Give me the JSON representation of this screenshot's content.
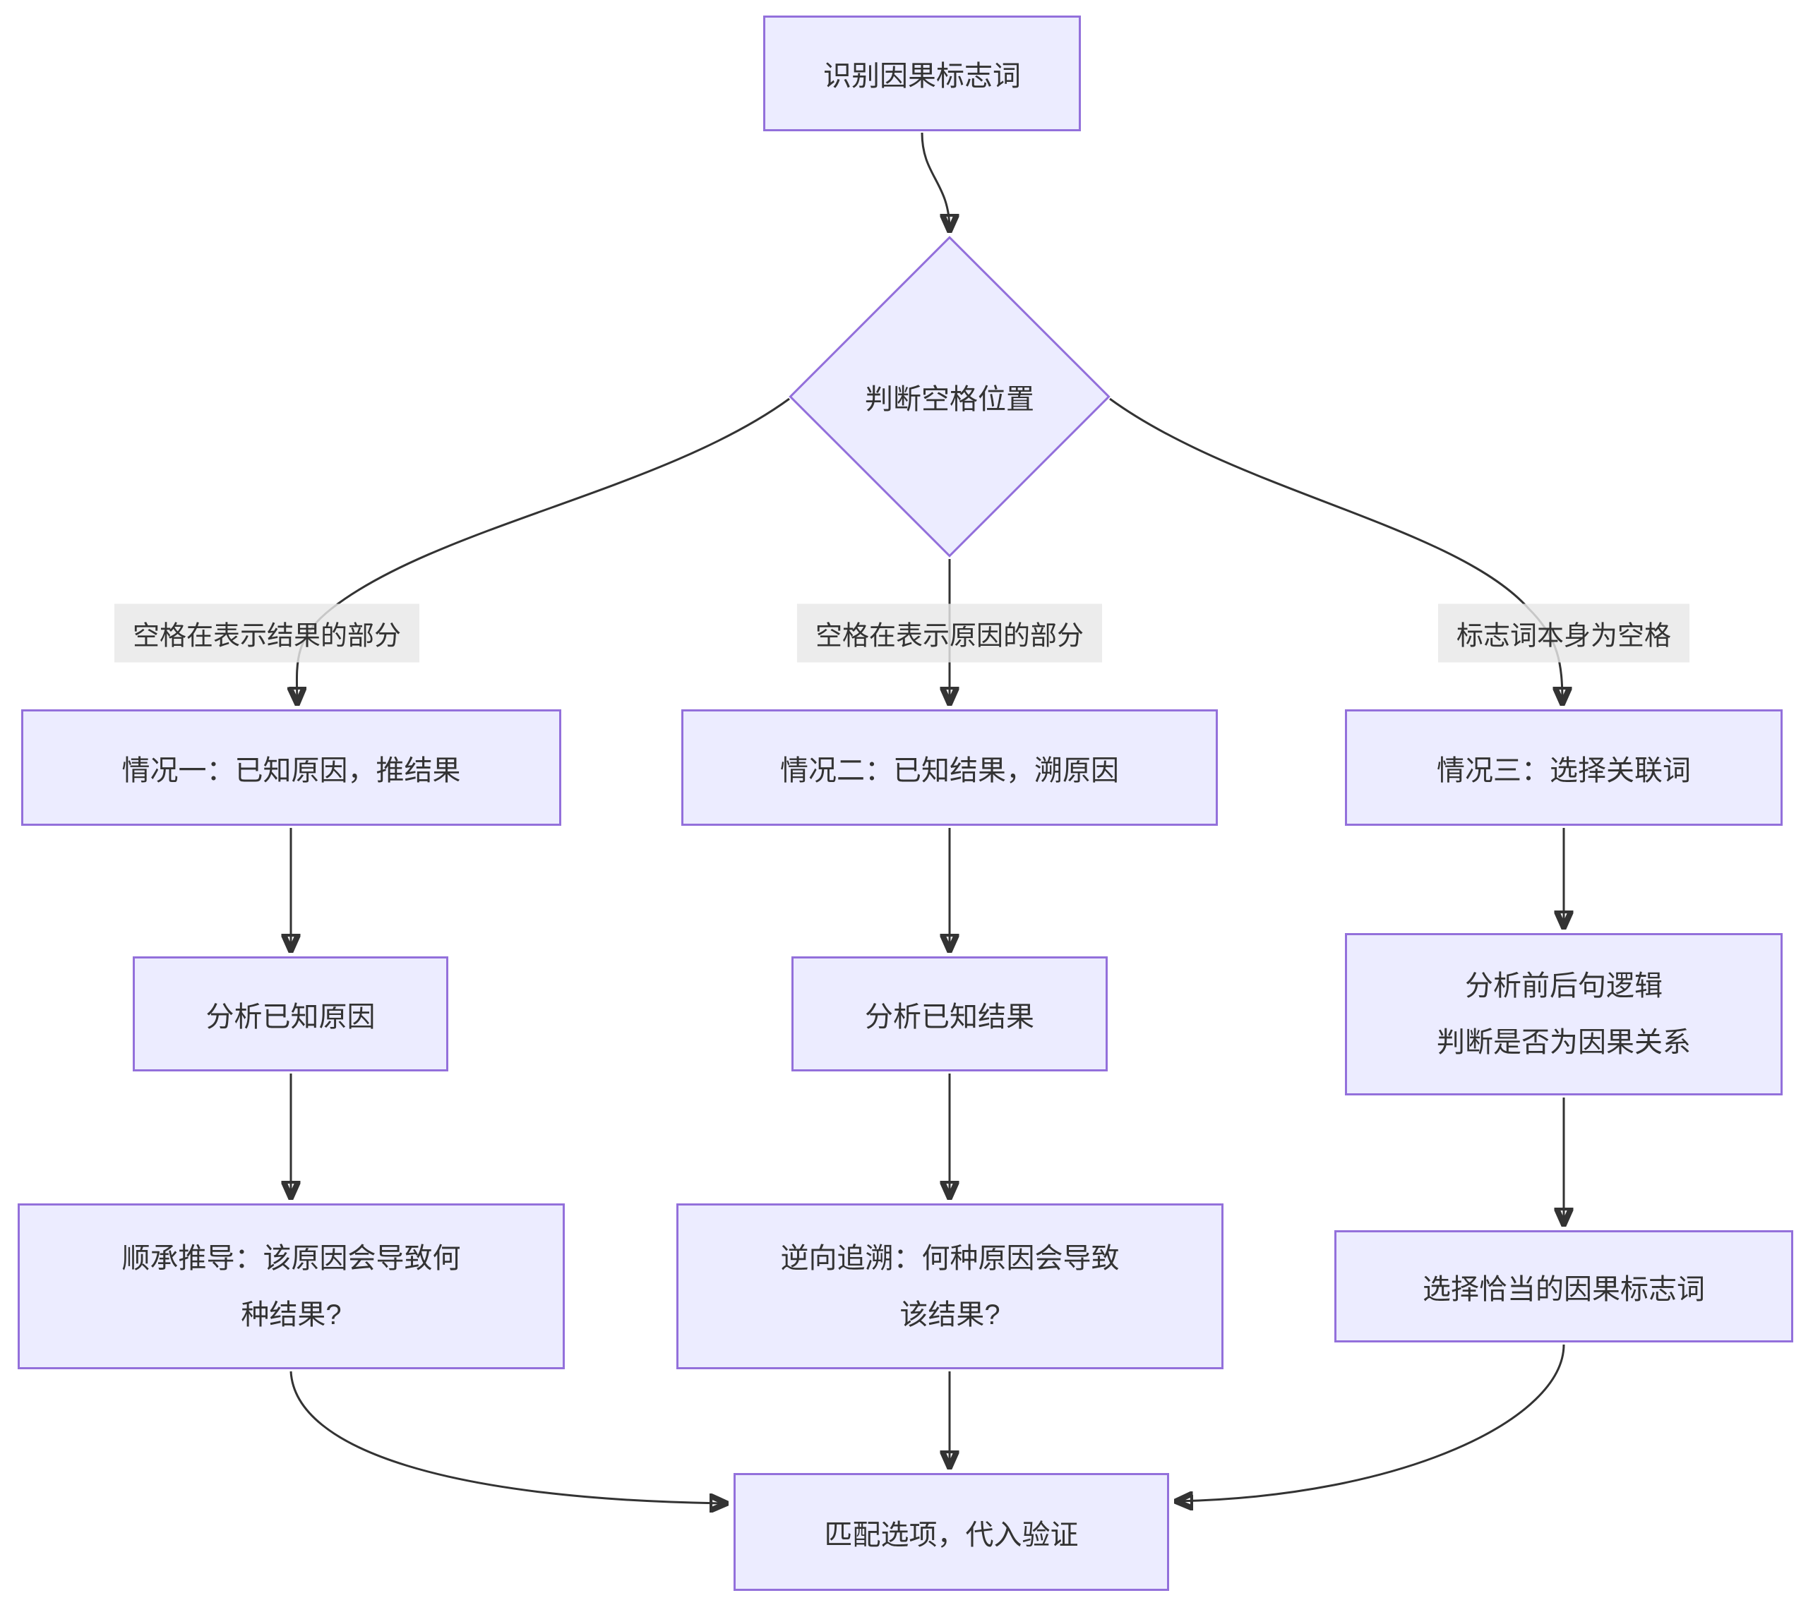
{
  "flowchart": {
    "nodes": {
      "start": "识别因果标志词",
      "decision": "判断空格位置",
      "case1": "情况一：已知原因，推结果",
      "case2": "情况二：已知结果，溯原因",
      "case3": "情况三：选择关联词",
      "analyze_cause": "分析已知原因",
      "analyze_result": "分析已知结果",
      "analyze_logic": "分析前后句逻辑\n判断是否为因果关系",
      "forward_derive": "顺承推导：该原因会导致何\n种结果?",
      "backward_trace": "逆向追溯：何种原因会导致\n该结果?",
      "choose_marker": "选择恰当的因果标志词",
      "final": "匹配选项，代入验证"
    },
    "edge_labels": {
      "result_part": "空格在表示结果的部分",
      "cause_part": "空格在表示原因的部分",
      "marker_blank": "标志词本身为空格"
    },
    "colors": {
      "node_fill": "#ECECFF",
      "node_border": "#9370DB",
      "text": "#333333",
      "edge_line": "#333333",
      "edge_label_bg": "#e8e8e8",
      "background": "#ffffff"
    }
  }
}
